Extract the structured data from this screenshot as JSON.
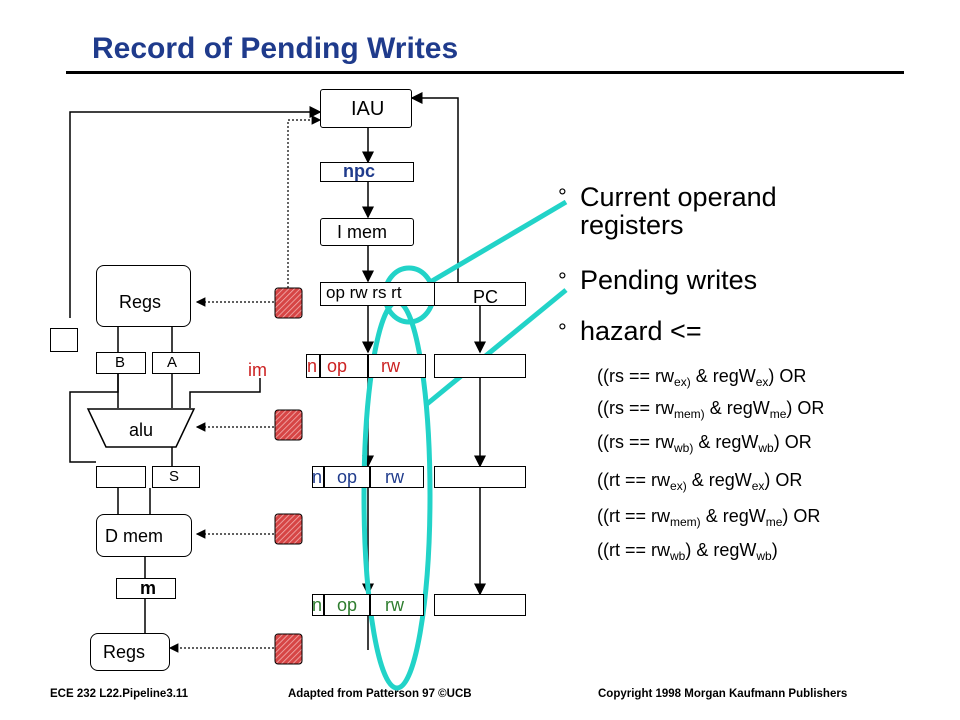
{
  "title": "Record of Pending Writes",
  "diagram": {
    "iau": "IAU",
    "npc": "npc",
    "imem": "I mem",
    "fields": "op rw rs rt",
    "pc": "PC",
    "regs_top": "Regs",
    "b": "B",
    "a": "A",
    "alu": "alu",
    "s": "S",
    "dmem": "D mem",
    "m": "m",
    "regs_bottom": "Regs",
    "ex_row": {
      "im": "im",
      "n": "n",
      "op": "op",
      "rw": "rw"
    },
    "mem_row": {
      "n": "n",
      "op": "op",
      "rw": "rw"
    },
    "wb_row": {
      "n": "n",
      "op": "op",
      "rw": "rw"
    }
  },
  "bullets": {
    "b1": [
      "Current operand",
      "registers"
    ],
    "b2": "Pending writes",
    "b3": "hazard <=",
    "degree_symbol": "°"
  },
  "conditions": [
    {
      "pre": "((rs == rw",
      "sub1": "ex)",
      "mid": " & regW",
      "sub2": "ex",
      "post": ") OR"
    },
    {
      "pre": "((rs == rw",
      "sub1": "mem)",
      "mid": " & regW",
      "sub2": "me",
      "post": ") OR"
    },
    {
      "pre": "((rs == rw",
      "sub1": "wb)",
      "mid": " & regW",
      "sub2": "wb",
      "post": ") OR"
    },
    {
      "pre": "((rt == rw",
      "sub1": "ex)",
      "mid": " & regW",
      "sub2": "ex",
      "post": ") OR"
    },
    {
      "pre": "((rt == rw",
      "sub1": "mem)",
      "mid": " & regW",
      "sub2": "me",
      "post": ") OR"
    },
    {
      "pre": "((rt == rw",
      "sub1": "wb",
      "mid": ") & regW",
      "sub2": "wb",
      "post": ")"
    }
  ],
  "footer": {
    "left": "ECE 232  L22.Pipeline3.11",
    "center": "Adapted from Patterson 97 ©UCB",
    "right": "Copyright 1998 Morgan Kaufmann Publishers"
  },
  "colors": {
    "title": "#1f3b8c",
    "npc": "#1f3b8c",
    "ex_row": "#cc2222",
    "mem_row": "#1f3b8c",
    "wb_row": "#2e7d2e",
    "highlight": "#22d3c8",
    "hatch": "#cc3333"
  }
}
